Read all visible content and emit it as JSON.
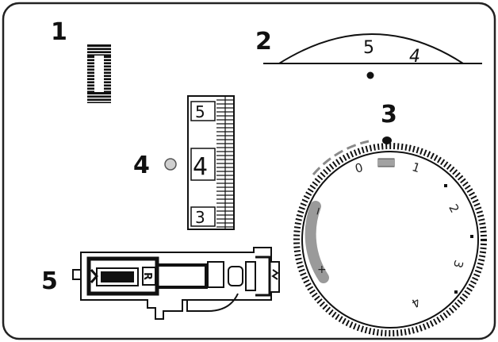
{
  "section_labels": {
    "s1": "1",
    "s2": "2",
    "s3": "3",
    "s4": "4",
    "s5": "5"
  },
  "tension_scale": {
    "left_value": "5",
    "right_value": "4"
  },
  "rule_markings": {
    "top": "5",
    "middle": "4",
    "bottom": "3"
  },
  "dial": {
    "numbers": {
      "n0": "0",
      "n1": "1",
      "n2": "2",
      "n3": "3",
      "n4": "4"
    },
    "minus_sign": "−",
    "plus_sign": "+"
  },
  "foot": {
    "letter": "R"
  },
  "colors": {
    "ink": "#111111",
    "gray_band": "#9a9a9a",
    "light_gray": "#cfcfcf",
    "dashed_gray": "#8a8a8a",
    "frame": "#222222"
  }
}
